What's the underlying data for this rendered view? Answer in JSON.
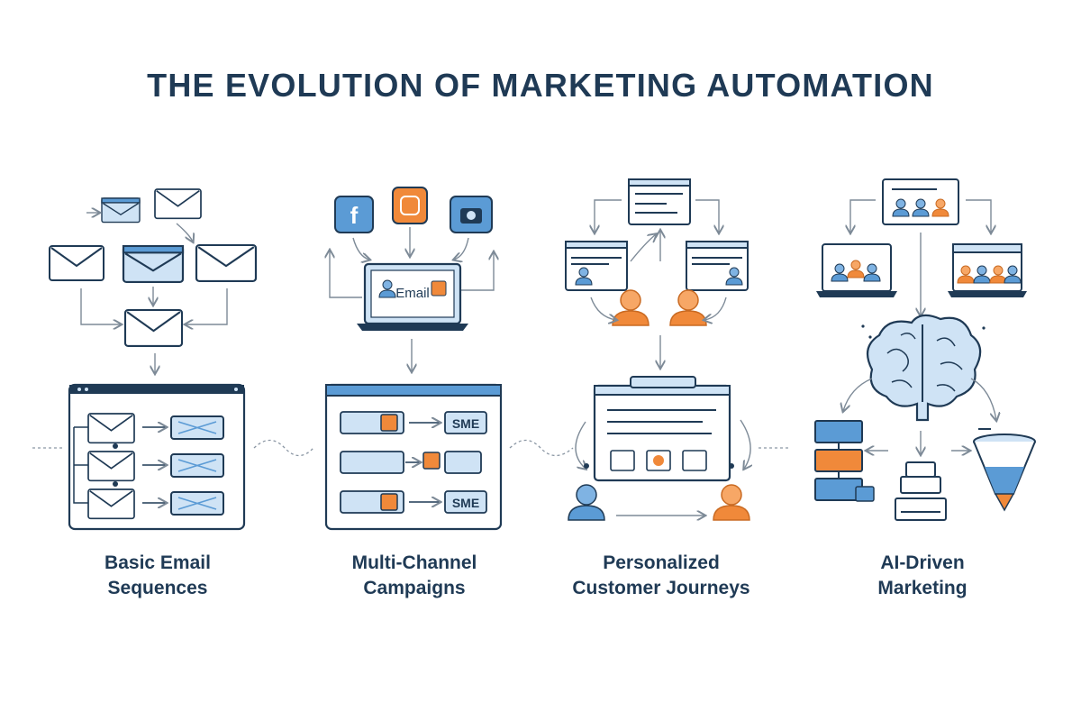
{
  "title": "THE EVOLUTION OF MARKETING AUTOMATION",
  "stages": [
    {
      "line1": "Basic Email",
      "line2": "Sequences"
    },
    {
      "line1": "Multi-Channel",
      "line2": "Campaigns"
    },
    {
      "line1": "Personalized",
      "line2": "Customer Journeys"
    },
    {
      "line1": "AI-Driven",
      "line2": "Marketing"
    }
  ],
  "badges": {
    "email": "Email",
    "sms": "SME",
    "facebook": "f"
  },
  "colors": {
    "navy": "#1f3a55",
    "blue": "#5b9bd5",
    "light_blue": "#cfe3f5",
    "orange": "#f0893a",
    "gray": "#8a96a3"
  }
}
